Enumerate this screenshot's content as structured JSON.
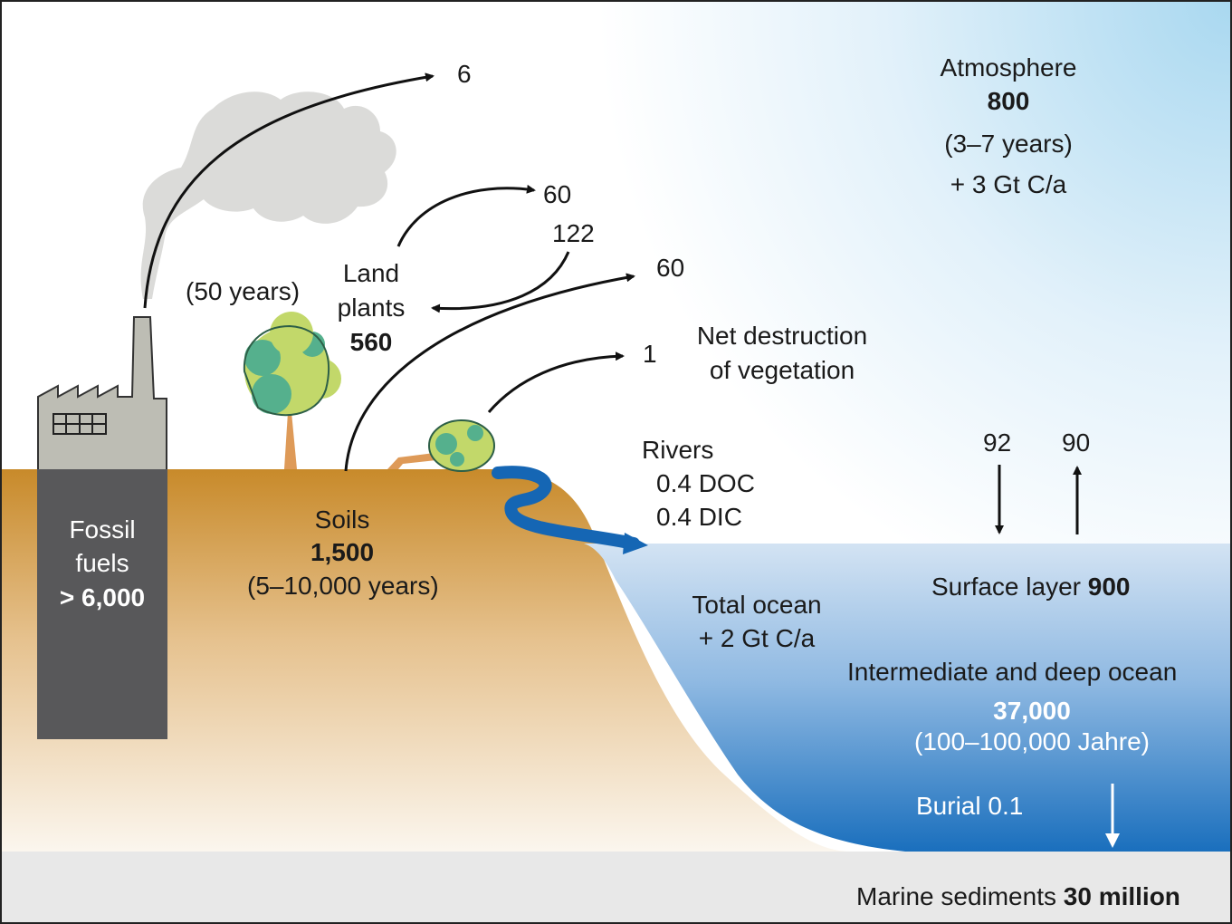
{
  "atmosphere": {
    "name": "Atmosphere",
    "amount": "800",
    "turnover": "(3–7 years)",
    "increase": "+ 3 Gt C/a"
  },
  "fossil": {
    "line1": "Fossil",
    "line2": "fuels",
    "amount": "> 6,000",
    "emission": "6"
  },
  "plants": {
    "line1": "Land",
    "line2": "plants",
    "amount": "560",
    "turnover": "(50 years)",
    "release": "60",
    "uptake": "122"
  },
  "soils": {
    "name": "Soils",
    "amount": "1,500",
    "turnover": "(5–10,000 years)",
    "release": "60"
  },
  "vegetation": {
    "flux": "1",
    "line1": "Net destruction",
    "line2": "of vegetation"
  },
  "rivers": {
    "title": "Rivers",
    "doc": "0.4 DOC",
    "dic": "0.4 DIC"
  },
  "exchange": {
    "down": "92",
    "up": "90"
  },
  "ocean": {
    "surface_label": "Surface layer",
    "surface_amount": "900",
    "total_label": "Total ocean",
    "total_increase": "+ 2 Gt C/a",
    "deep_label": "Intermediate and deep ocean",
    "deep_amount": "37,000",
    "deep_turnover": "(100–100,000 Jahre)",
    "burial": "Burial 0.1"
  },
  "sediments": {
    "label": "Marine sediments",
    "amount": "30 million"
  },
  "colors": {
    "soil_top": "#c88a2a",
    "ocean_surface": "#cfe0f1",
    "ocean_deep": "#1a6fbd",
    "river": "#1566b4",
    "fossil_block": "#58585a",
    "factory": "#bdbdb4",
    "tree_dark": "#55b08d",
    "tree_light": "#c2d86a",
    "trunk": "#de9a58",
    "sky": "#a9d8f0"
  }
}
